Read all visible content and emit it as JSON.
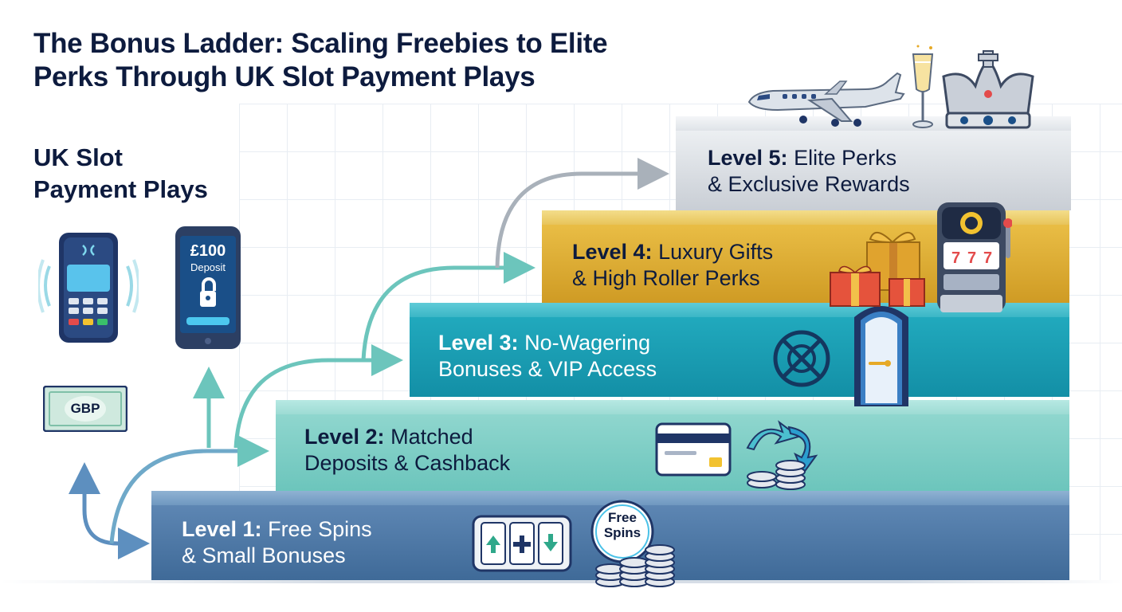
{
  "title": {
    "line1": "The Bonus Ladder: Scaling Freebies to Elite",
    "line2": "Perks Through UK Slot Payment Plays"
  },
  "side_panel": {
    "title_line1": "UK Slot",
    "title_line2": "Payment Plays",
    "phone_amount": "£100",
    "phone_label": "Deposit",
    "banknote_label": "GBP"
  },
  "levels": [
    {
      "prefix": "Level 1:",
      "line1_rest": "Free Spins",
      "line2": "& Small Bonuses",
      "color": "#4f79a8"
    },
    {
      "prefix": "Level 2:",
      "line1_rest": "Matched",
      "line2": "Deposits & Cashback",
      "color": "#7fcfc6"
    },
    {
      "prefix": "Level 3:",
      "line1_rest": "No-Wagering",
      "line2": "Bonuses & VIP Access",
      "color": "#1aa1b6"
    },
    {
      "prefix": "Level 4:",
      "line1_rest": "Luxury Gifts",
      "line2": "& High Roller Perks",
      "color": "#e2b23c"
    },
    {
      "prefix": "Level 5:",
      "line1_rest": "Elite Perks",
      "line2": "& Exclusive Rewards",
      "color": "#dde1e6"
    }
  ],
  "badges": {
    "free_spins_line1": "Free",
    "free_spins_line2": "Spins"
  },
  "icons": [
    "payment-terminal-icon",
    "phone-deposit-icon",
    "banknote-icon",
    "slot-reels-icon",
    "free-spins-badge-icon",
    "coin-stack-icon",
    "credit-card-icon",
    "cashback-arrow-icon",
    "no-wagering-icon",
    "vip-door-icon",
    "gift-boxes-icon",
    "slot-machine-icon",
    "private-jet-icon",
    "champagne-icon",
    "crown-icon"
  ]
}
